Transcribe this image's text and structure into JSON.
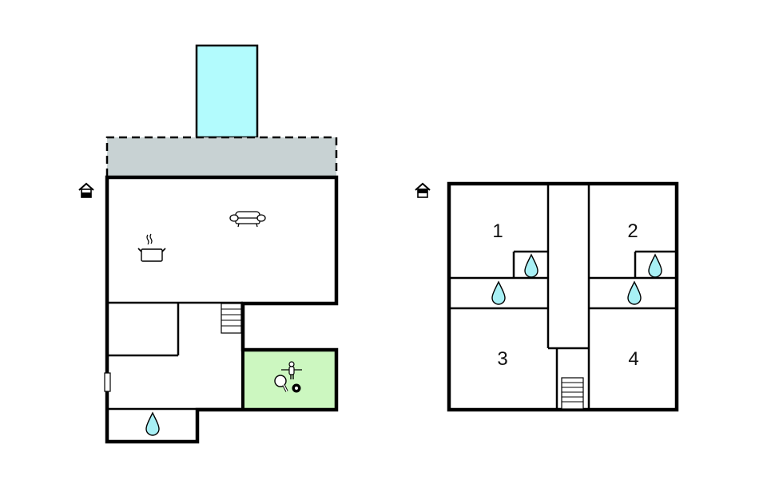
{
  "colors": {
    "wall": "#000000",
    "pool": "#b2fbfd",
    "terrace": "#c8d2d3",
    "activity_room": "#ccf7c0",
    "water_drop": "#a8f0f5",
    "background": "#ffffff"
  },
  "ground_floor": {
    "level_icon": "house-ground-floor-icon",
    "rooms": [
      {
        "name": "pool",
        "icon": "pool"
      },
      {
        "name": "terrace",
        "icon": "terrace"
      },
      {
        "name": "living-kitchen",
        "icons": [
          "kitchen-pot-icon",
          "sofa-icon"
        ]
      },
      {
        "name": "storage-room"
      },
      {
        "name": "hallway",
        "icons": [
          "stairs-icon"
        ]
      },
      {
        "name": "activity-room",
        "icons": [
          "table-tennis-icon",
          "table-football-icon",
          "billiard-ball-icon"
        ]
      },
      {
        "name": "bathroom",
        "icons": [
          "water-drop-icon"
        ]
      }
    ]
  },
  "first_floor": {
    "level_icon": "house-first-floor-icon",
    "rooms": [
      {
        "label": "1",
        "name": "bedroom-1"
      },
      {
        "label": "2",
        "name": "bedroom-2"
      },
      {
        "label": "3",
        "name": "bedroom-3"
      },
      {
        "label": "4",
        "name": "bedroom-4"
      }
    ],
    "bathrooms": 4,
    "stairs_icon": "stairs-icon"
  }
}
